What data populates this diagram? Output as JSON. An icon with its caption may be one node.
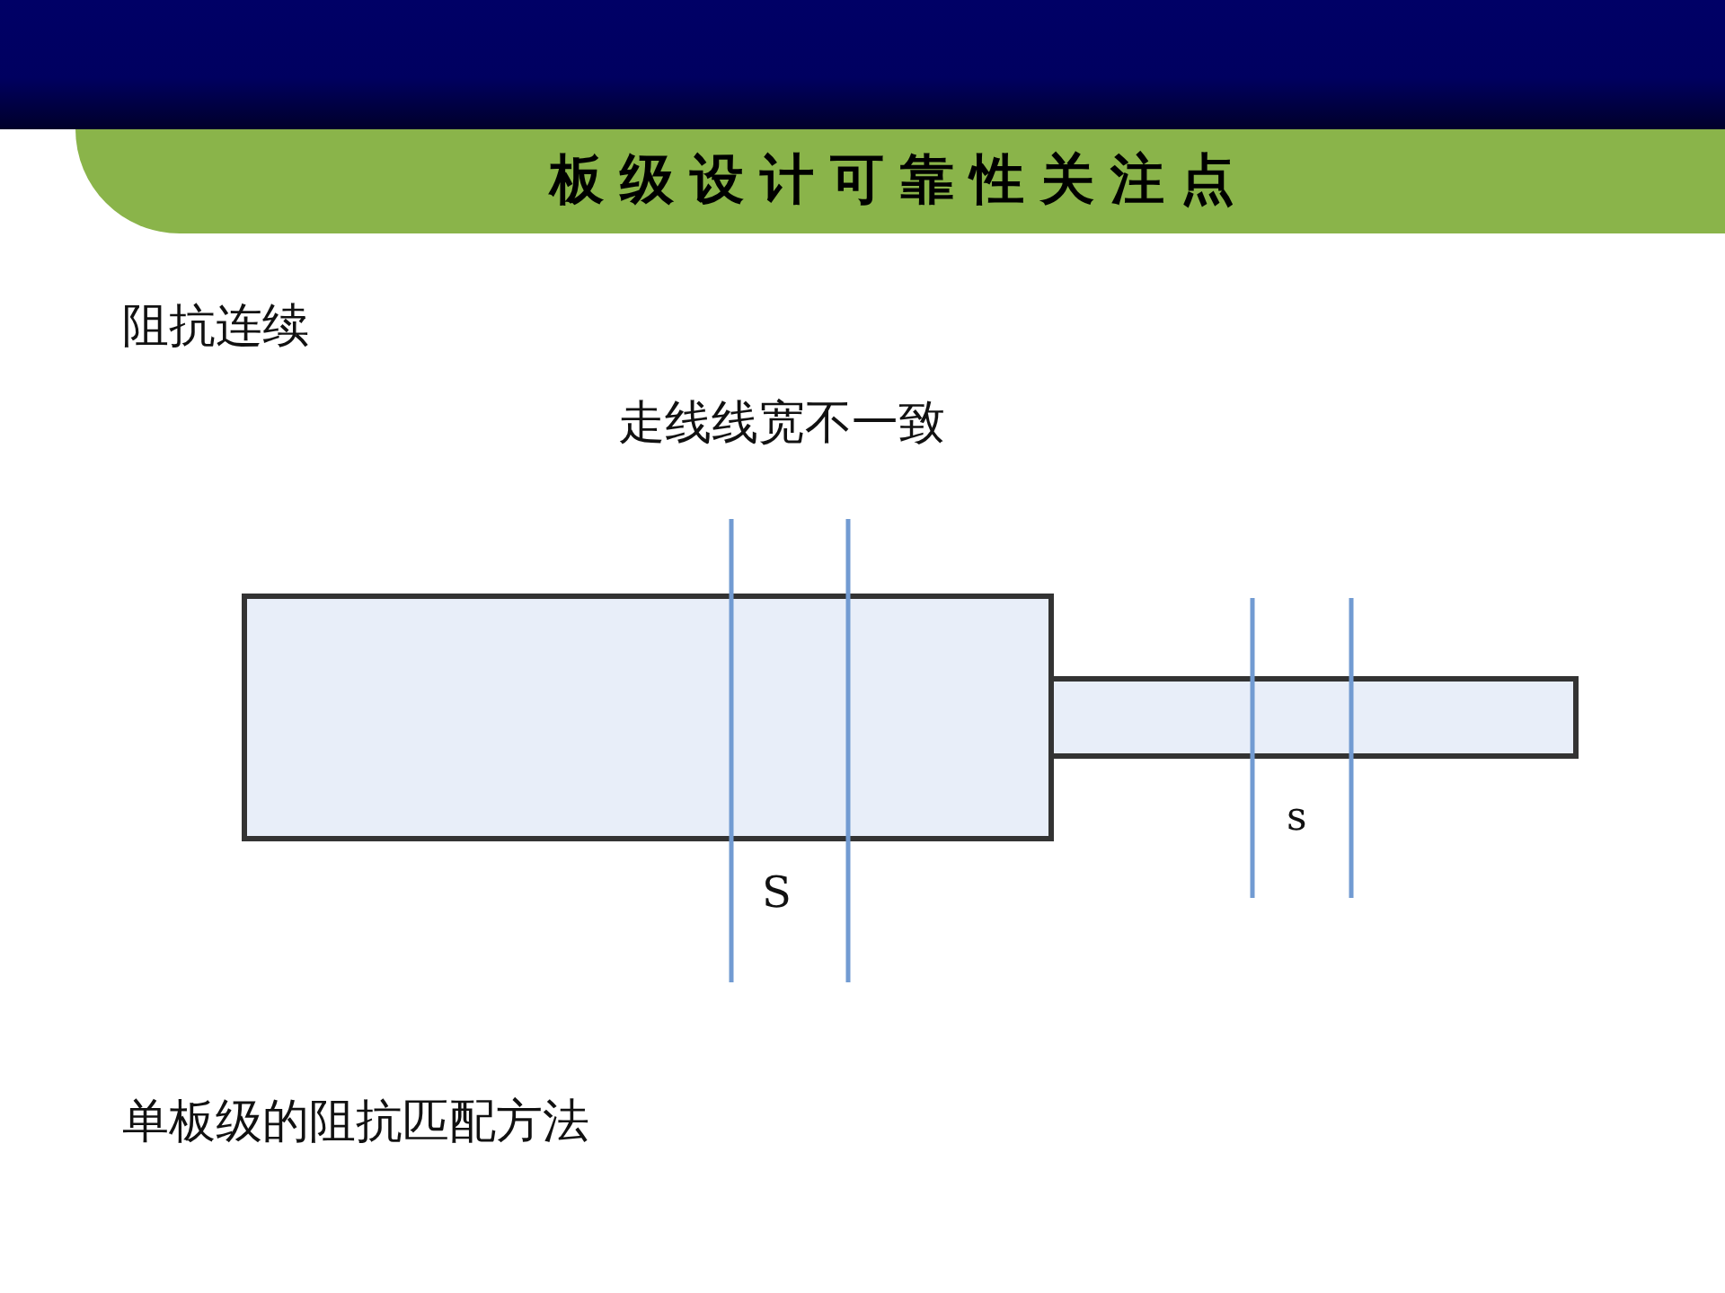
{
  "diagram": {
    "title": "板级设计可靠性关注点",
    "labels": [
      "阻抗连续",
      "走线线宽不一致",
      "S",
      "s",
      "单板级的阻抗匹配方法"
    ]
  }
}
